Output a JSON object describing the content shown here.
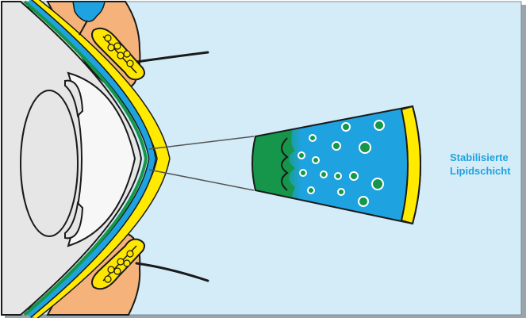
{
  "label": {
    "line1": "Stabilisierte",
    "line2": "Lipidschicht"
  },
  "colors": {
    "background": "#d4ecf8",
    "frame_shadow": "#9aa4ab",
    "cornea_outer_yellow": "#ffea00",
    "tear_aqueous_blue": "#1ea3e0",
    "mucin_green": "#16964a",
    "sclera_gray": "#e6e6e6",
    "lens_white": "#f7f7f7",
    "outline": "#1a1a1a",
    "eyelid_skin": "#f5b27a",
    "meibomian_gland": "#ffe600",
    "label_text": "#1ea3e0"
  },
  "icons": [
    "eye-cross-section",
    "eyelid-upper",
    "eyelid-lower",
    "meibomian-gland",
    "lacrimal-gland",
    "tear-film-wedge",
    "lipid-droplet"
  ]
}
